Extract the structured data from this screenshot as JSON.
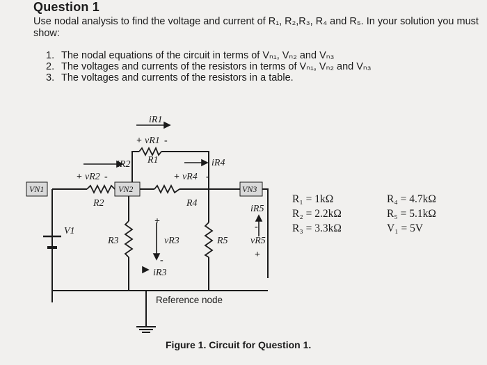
{
  "question": {
    "title": "Question 1",
    "intro": "Use nodal analysis to find the voltage and current of R₁, R₂,R₃, R₄ and R₅. In your solution you must show:",
    "items": [
      {
        "num": "1.",
        "text": "The nodal equations of the circuit in terms of Vₙ₁, Vₙ₂ and Vₙ₃"
      },
      {
        "num": "2.",
        "text": "The voltages and currents of the resistors in terms of Vₙ₁, Vₙ₂ and Vₙ₃"
      },
      {
        "num": "3.",
        "text": "The voltages and currents of the resistors in a table."
      }
    ]
  },
  "circuit": {
    "labels": {
      "iR1": "iR1",
      "vR1": "vR1",
      "iR2": "iR2",
      "vR2": "vR2",
      "iR4": "iR4",
      "vR4": "vR4",
      "iR3": "iR3",
      "vR3": "vR3",
      "iR5": "iR5",
      "vR5": "vR5",
      "R1": "R1",
      "R2": "R2",
      "R3": "R3",
      "R4": "R4",
      "R5": "R5",
      "V1": "V1",
      "VN1": "VN1",
      "VN2": "VN2",
      "VN3": "VN3",
      "plus": "+",
      "minus": "-"
    },
    "reference_node": "Reference node"
  },
  "values": {
    "R1": "R₁ = 1kΩ",
    "R2": "R₂ = 2.2kΩ",
    "R3": "R₃ = 3.3kΩ",
    "R4": "R₄ = 4.7kΩ",
    "R5": "R₅ = 5.1kΩ",
    "V1": "V₁ = 5V"
  },
  "caption": "Figure 1. Circuit for Question 1."
}
